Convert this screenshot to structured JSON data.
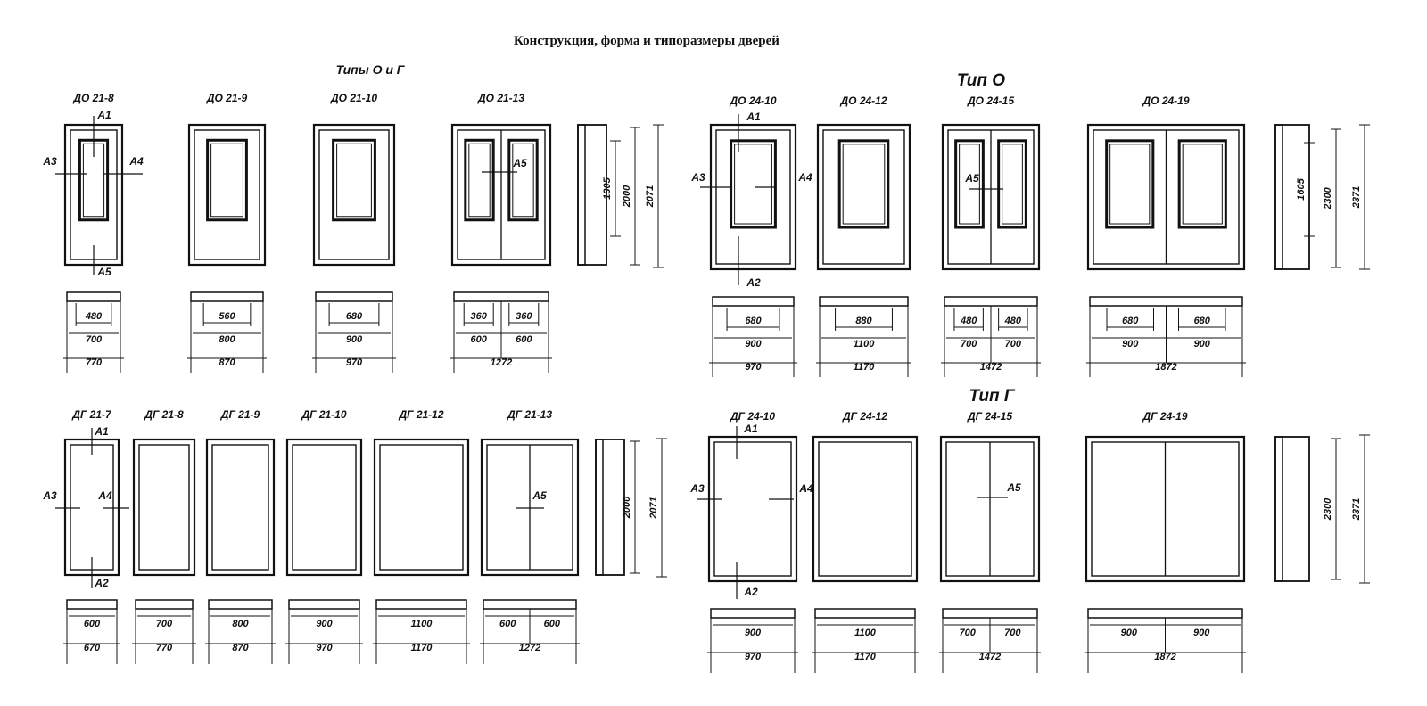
{
  "title": "Конструкция, форма и типоразмеры дверей",
  "groups": [
    {
      "heading": "Типы О и Г",
      "doors": [
        {
          "label": "ДО 21-8",
          "leaves": 1,
          "glazed": true,
          "plan": {
            "inner": [
              "480"
            ],
            "mid": [
              "700"
            ],
            "outer": "770"
          }
        },
        {
          "label": "ДО 21-9",
          "leaves": 1,
          "glazed": true,
          "plan": {
            "inner": [
              "560"
            ],
            "mid": [
              "800"
            ],
            "outer": "870"
          }
        },
        {
          "label": "ДО 21-10",
          "leaves": 1,
          "glazed": true,
          "plan": {
            "inner": [
              "680"
            ],
            "mid": [
              "900"
            ],
            "outer": "970"
          }
        },
        {
          "label": "ДО 21-13",
          "leaves": 2,
          "glazed": true,
          "plan": {
            "inner": [
              "360",
              "360"
            ],
            "mid": [
              "600",
              "600"
            ],
            "outer": "1272"
          }
        }
      ],
      "side_dims": [
        "1305",
        "2000",
        "2071"
      ]
    },
    {
      "heading": "Тип О",
      "doors": [
        {
          "label": "ДО 24-10",
          "leaves": 1,
          "glazed": true,
          "plan": {
            "inner": [
              "680"
            ],
            "mid": [
              "900"
            ],
            "outer": "970"
          }
        },
        {
          "label": "ДО 24-12",
          "leaves": 1,
          "glazed": true,
          "plan": {
            "inner": [
              "880"
            ],
            "mid": [
              "1100"
            ],
            "outer": "1170"
          }
        },
        {
          "label": "ДО 24-15",
          "leaves": 2,
          "glazed": true,
          "plan": {
            "inner": [
              "480",
              "480"
            ],
            "mid": [
              "700",
              "700"
            ],
            "outer": "1472"
          }
        },
        {
          "label": "ДО 24-19",
          "leaves": 2,
          "glazed": true,
          "plan": {
            "inner": [
              "680",
              "680"
            ],
            "mid": [
              "900",
              "900"
            ],
            "outer": "1872"
          }
        }
      ],
      "side_dims": [
        "1605",
        "2300",
        "2371"
      ]
    },
    {
      "heading": "",
      "doors": [
        {
          "label": "ДГ 21-7",
          "leaves": 1,
          "glazed": false,
          "plan": {
            "inner": [],
            "mid": [
              "600"
            ],
            "outer": "670"
          }
        },
        {
          "label": "ДГ 21-8",
          "leaves": 1,
          "glazed": false,
          "plan": {
            "inner": [],
            "mid": [
              "700"
            ],
            "outer": "770"
          }
        },
        {
          "label": "ДГ 21-9",
          "leaves": 1,
          "glazed": false,
          "plan": {
            "inner": [],
            "mid": [
              "800"
            ],
            "outer": "870"
          }
        },
        {
          "label": "ДГ 21-10",
          "leaves": 1,
          "glazed": false,
          "plan": {
            "inner": [],
            "mid": [
              "900"
            ],
            "outer": "970"
          }
        },
        {
          "label": "ДГ 21-12",
          "leaves": 1,
          "glazed": false,
          "plan": {
            "inner": [],
            "mid": [
              "1100"
            ],
            "outer": "1170"
          }
        },
        {
          "label": "ДГ 21-13",
          "leaves": 2,
          "glazed": false,
          "plan": {
            "inner": [],
            "mid": [
              "600",
              "600"
            ],
            "outer": "1272"
          }
        }
      ],
      "side_dims": [
        "2000",
        "2071"
      ]
    },
    {
      "heading": "Тип Г",
      "doors": [
        {
          "label": "ДГ 24-10",
          "leaves": 1,
          "glazed": false,
          "plan": {
            "inner": [],
            "mid": [
              "900"
            ],
            "outer": "970"
          }
        },
        {
          "label": "ДГ 24-12",
          "leaves": 1,
          "glazed": false,
          "plan": {
            "inner": [],
            "mid": [
              "1100"
            ],
            "outer": "1170"
          }
        },
        {
          "label": "ДГ 24-15",
          "leaves": 2,
          "glazed": false,
          "plan": {
            "inner": [],
            "mid": [
              "700",
              "700"
            ],
            "outer": "1472"
          }
        },
        {
          "label": "ДГ 24-19",
          "leaves": 2,
          "glazed": false,
          "plan": {
            "inner": [],
            "mid": [
              "900",
              "900"
            ],
            "outer": "1872"
          }
        }
      ],
      "side_dims": [
        "2300",
        "2371"
      ]
    }
  ],
  "section_marks": {
    "a1": "А1",
    "a2": "А2",
    "a3": "А3",
    "a4": "А4",
    "a5": "А5"
  }
}
